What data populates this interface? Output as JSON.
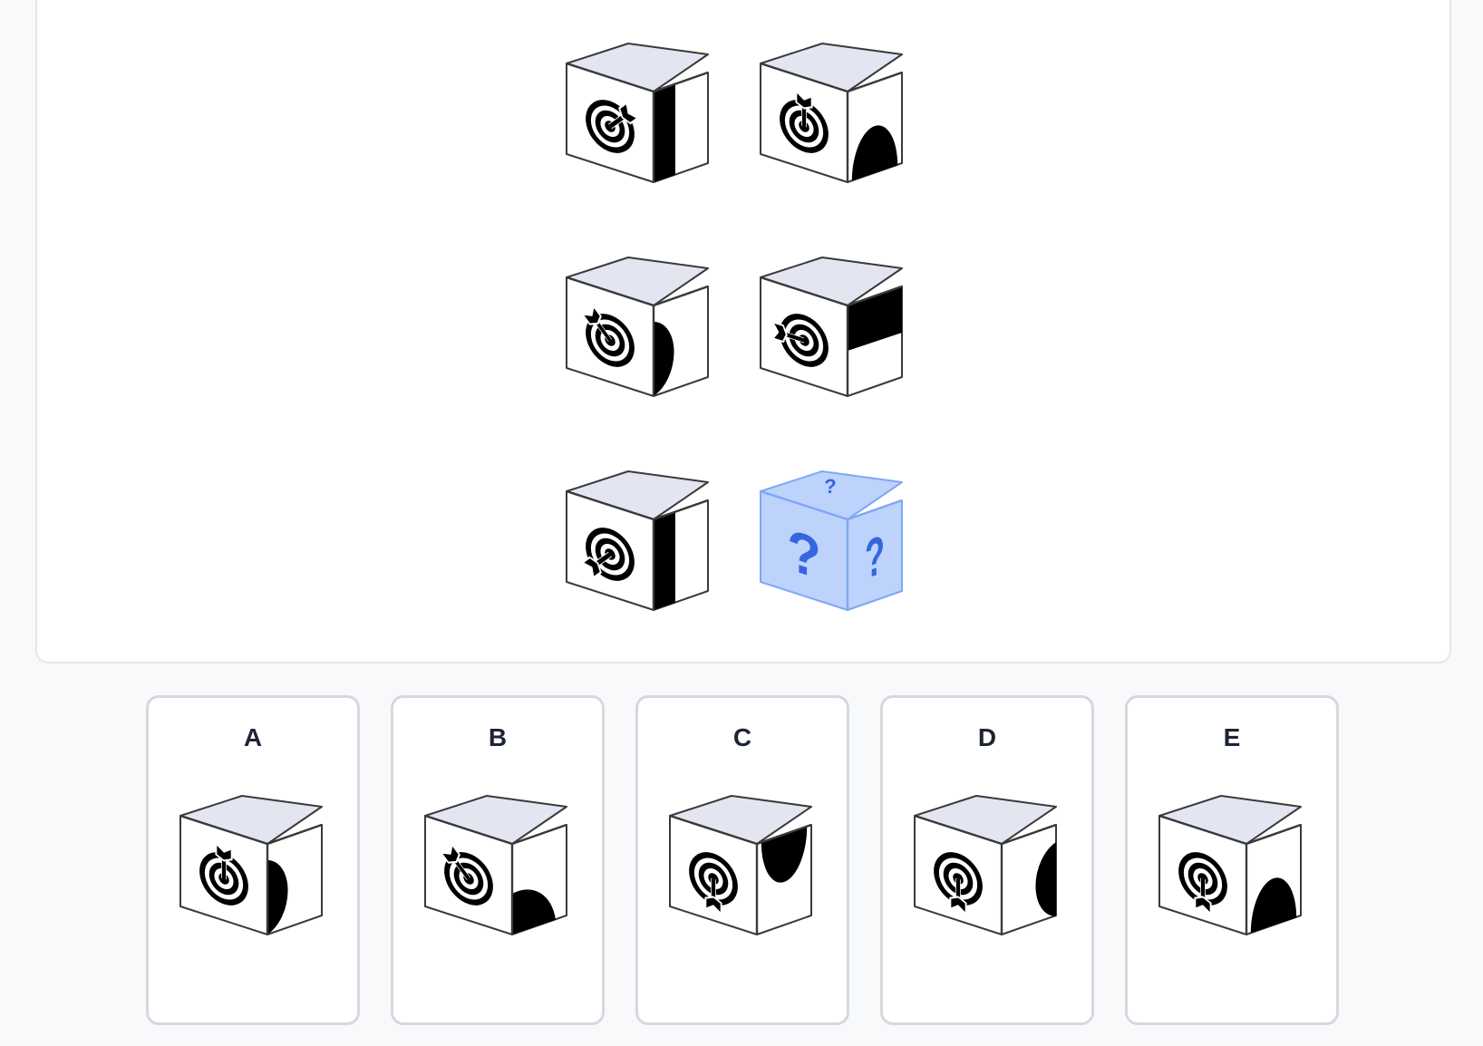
{
  "colors": {
    "top_face": "#e3e6f1",
    "side_face": "#ffffff",
    "edge": "#3a3a3a",
    "mark": "#000000",
    "unknown_fill": "#bdd3fb",
    "unknown_edge": "#7fa8f3",
    "unknown_mark": "#3565df"
  },
  "puzzle": {
    "rows": [
      {
        "cubes": [
          {
            "front": "target-arrow-upper-right",
            "right": "vertical-bar"
          },
          {
            "front": "target-arrow-top",
            "right": "semicircle-bottom"
          }
        ]
      },
      {
        "cubes": [
          {
            "front": "target-arrow-upper-left",
            "right": "half-disc-left"
          },
          {
            "front": "target-arrow-left",
            "right": "upper-half-black"
          }
        ]
      },
      {
        "cubes": [
          {
            "front": "target-arrow-lower-left",
            "right": "vertical-bar"
          },
          {
            "unknown": true,
            "mark": "?"
          }
        ]
      }
    ]
  },
  "options": [
    {
      "label": "A",
      "front": "target-arrow-top",
      "right": "half-disc-left"
    },
    {
      "label": "B",
      "front": "target-arrow-upper-left",
      "right": "quarter-disc-bottom-left"
    },
    {
      "label": "C",
      "front": "target-arrow-bottom",
      "right": "semicircle-top"
    },
    {
      "label": "D",
      "front": "target-arrow-bottom",
      "right": "half-disc-right"
    },
    {
      "label": "E",
      "front": "target-arrow-bottom",
      "right": "semicircle-bottom"
    }
  ]
}
